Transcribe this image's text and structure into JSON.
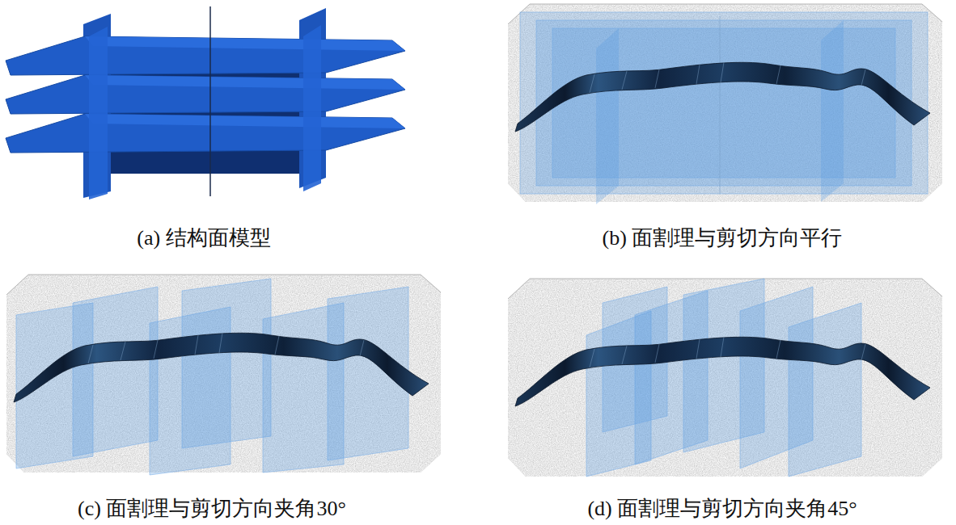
{
  "diagram": {
    "labels": [
      "(a) 结构面模型",
      "(b) 面割理与剪切方向平行",
      "(c) 面割理与剪切方向夹角30°",
      "(d) 面割理与剪切方向夹角45°"
    ]
  }
}
